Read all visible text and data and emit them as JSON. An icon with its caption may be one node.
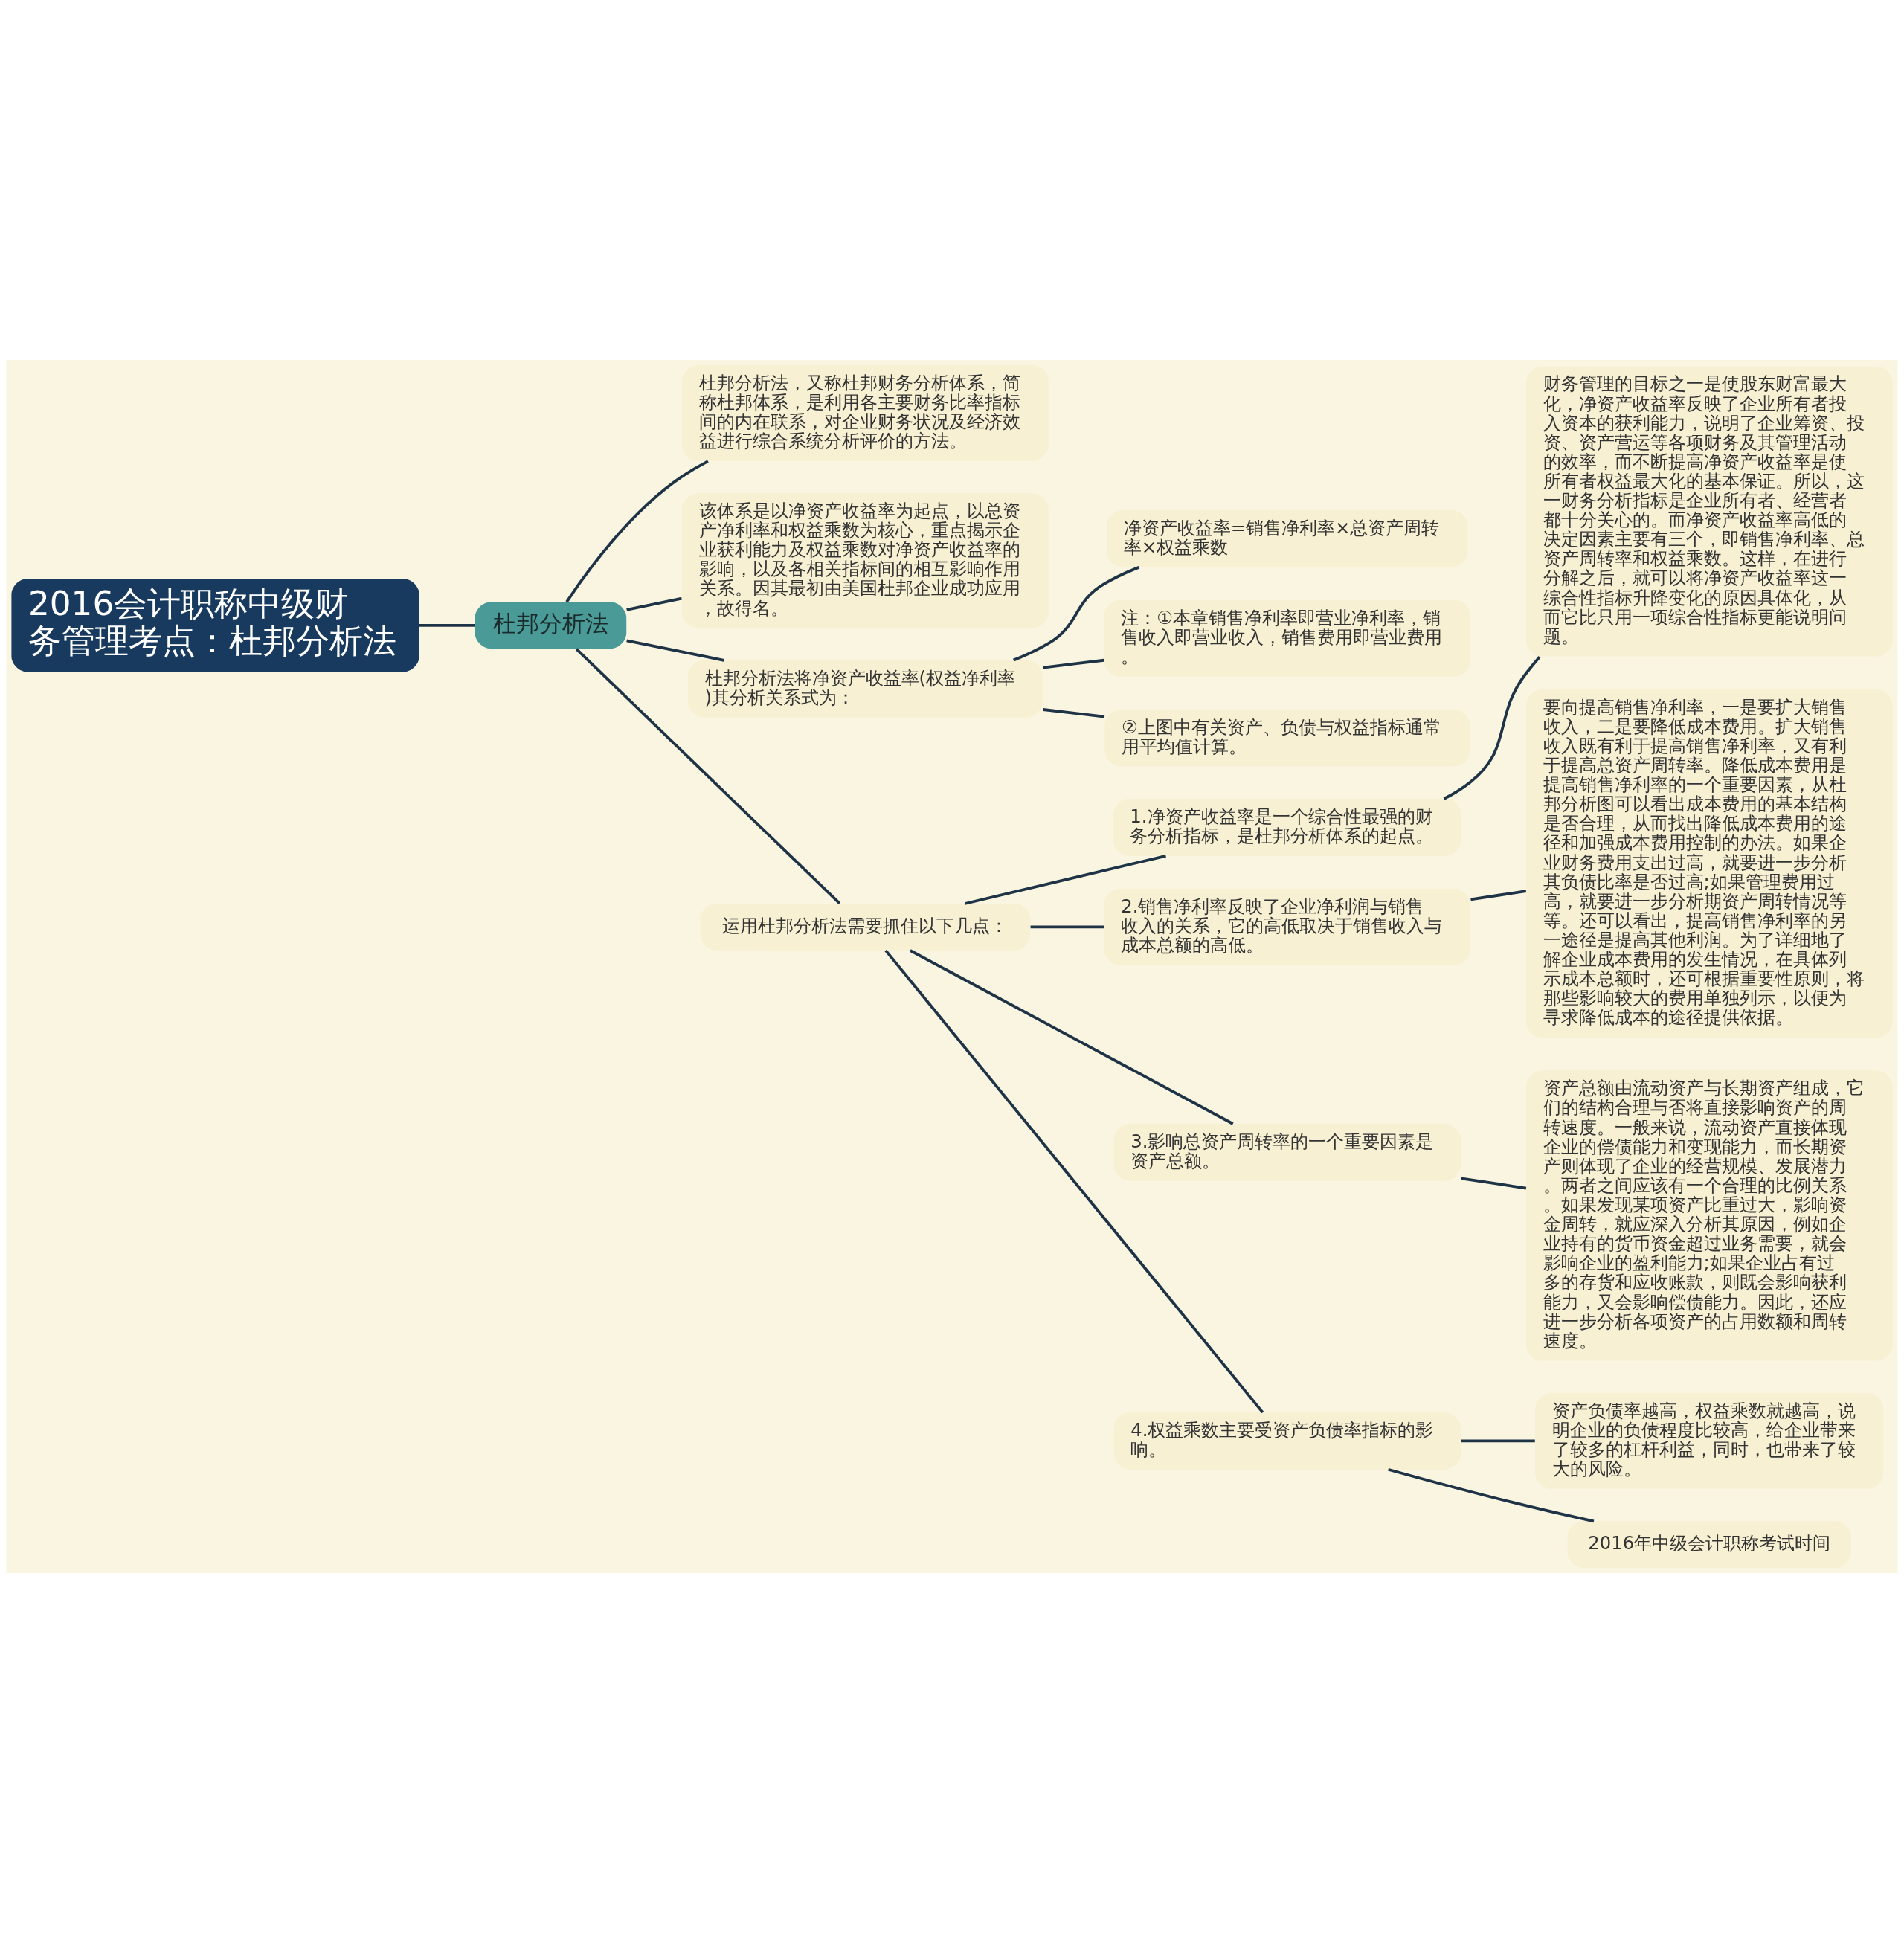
{
  "diagram": {
    "nodes": [
      {
        "text": [
          "2016会计职称中级财务管理考点：杜邦分析法"
        ]
      },
      {
        "text": [
          "杜邦分析法"
        ]
      },
      {
        "text": [
          "杜邦分析法，又称杜邦财务分析体系，简称杜邦体系，是利用各主要财务比率指标间的内在联系，对企业财务状况及经济效益进行综合系统分析评价的方法。"
        ]
      },
      {
        "text": [
          "该体系是以净资产收益率为起点，以总资产净利率和权益乘数为核心，重点揭示企业获利能力及权益乘数对净资产收益率的影响，以及各相关指标间的相互影响作用关系。因其最初由美国杜邦企业成功应用，故得名。"
        ]
      },
      {
        "text": [
          "杜邦分析法将净资产收益率(权益净利率)其分析关系式为："
        ]
      },
      {
        "text": [
          "净资产收益率=销售净利率×总资产周转率×权益乘数"
        ]
      },
      {
        "text": [
          "注：①本章销售净利率即营业净利率，销售收入即营业收入，销售费用即营业费用。"
        ]
      },
      {
        "text": [
          "②上图中有关资产、负债与权益指标通常用平均值计算。"
        ]
      },
      {
        "text": [
          "运用杜邦分析法需要抓住以下几点："
        ]
      },
      {
        "text": [
          "1.净资产收益率是一个综合性最强的财务分析指标，是杜邦分析体系的起点。"
        ]
      },
      {
        "text": [
          "财务管理的目标之一是使股东财富最大化，净资产收益率反映了企业所有者投入资本的获利能力，说明了企业筹资、投资、资产营运等各项财务及其管理活动的效率，而不断提高净资产收益率是使所有者权益最大化的基本保证。所以，这一财务分析指标是企业所有者、经营者都十分关心的。而净资产收益率高低的决定因素主要有三个，即销售净利率、总资产周转率和权益乘数。这样，在进行分解之后，就可以将净资产收益率这一综合性指标升降变化的原因具体化，从而它比只用一项综合性指标更能说明问题。"
        ]
      },
      {
        "text": [
          "2.销售净利率反映了企业净利润与销售收入的关系，它的高低取决于销售收入与成本总额的高低。"
        ]
      },
      {
        "text": [
          "要向提高销售净利率，一是要扩大销售收入，二是要降低成本费用。扩大销售收入既有利于提高销售净利率，又有利于提高总资产周转率。降低成本费用是提高销售净利率的一个重要因素，从杜邦分析图可以看出成本费用的基本结构是否合理，从而找出降低成本费用的途径和加强成本费用控制的办法。如果企业财务费用支出过高，就要进一步分析其负债比率是否过高;如果管理费用过高，就要进一步分析期资产周转情况等等。还可以看出，提高销售净利率的另一途径是提高其他利润。为了详细地了解企业成本费用的发生情况，在具体列示成本总额时，还可根据重要性原则，将那些影响较大的费用单独列示，以便为寻求降低成本的途径提供依据。"
        ]
      },
      {
        "text": [
          "3.影响总资产周转率的一个重要因素是资产总额。"
        ]
      },
      {
        "text": [
          "资产总额由流动资产与长期资产组成，它们的结构合理与否将直接影响资产的周转速度。一般来说，流动资产直接体现企业的偿债能力和变现能力，而长期资产则体现了企业的经营规模、发展潜力。两者之间应该有一个合理的比例关系。如果发现某项资产比重过大，影响资金周转，就应深入分析其原因，例如企业持有的货币资金超过业务需要，就会影响企业的盈利能力;如果企业占有过多的存货和应收账款，则既会影响获利能力，又会影响偿债能力。因此，还应进一步分析各项资产的占用数额和周转速度。"
        ]
      },
      {
        "text": [
          "4.权益乘数主要受资产负债率指标的影响。"
        ]
      },
      {
        "text": [
          "资产负债率越高，权益乘数就越高，说明企业的负债程度比较高，给企业带来了较多的杠杆利益，同时，也带来了较大的风险。"
        ]
      },
      {
        "text": [
          "2016年中级会计职称考试时间"
        ]
      }
    ],
    "edges": [
      {
        "from": 0,
        "to": 1,
        "arrow": "none"
      },
      {
        "from": 1,
        "to": 2,
        "arrow": "none"
      },
      {
        "from": 1,
        "to": 3,
        "arrow": "none"
      },
      {
        "from": 1,
        "to": 4,
        "arrow": "none"
      },
      {
        "from": 4,
        "to": 5,
        "arrow": "none"
      },
      {
        "from": 4,
        "to": 6,
        "arrow": "none"
      },
      {
        "from": 4,
        "to": 7,
        "arrow": "none"
      },
      {
        "from": 1,
        "to": 8,
        "arrow": "none"
      },
      {
        "from": 8,
        "to": 9,
        "arrow": "none"
      },
      {
        "from": 9,
        "to": 10,
        "arrow": "none"
      },
      {
        "from": 8,
        "to": 11,
        "arrow": "none"
      },
      {
        "from": 11,
        "to": 12,
        "arrow": "none"
      },
      {
        "from": 8,
        "to": 13,
        "arrow": "none"
      },
      {
        "from": 13,
        "to": 14,
        "arrow": "none"
      },
      {
        "from": 8,
        "to": 15,
        "arrow": "none"
      },
      {
        "from": 15,
        "to": 16,
        "arrow": "none"
      },
      {
        "from": 15,
        "to": 17,
        "arrow": "none"
      }
    ]
  }
}
